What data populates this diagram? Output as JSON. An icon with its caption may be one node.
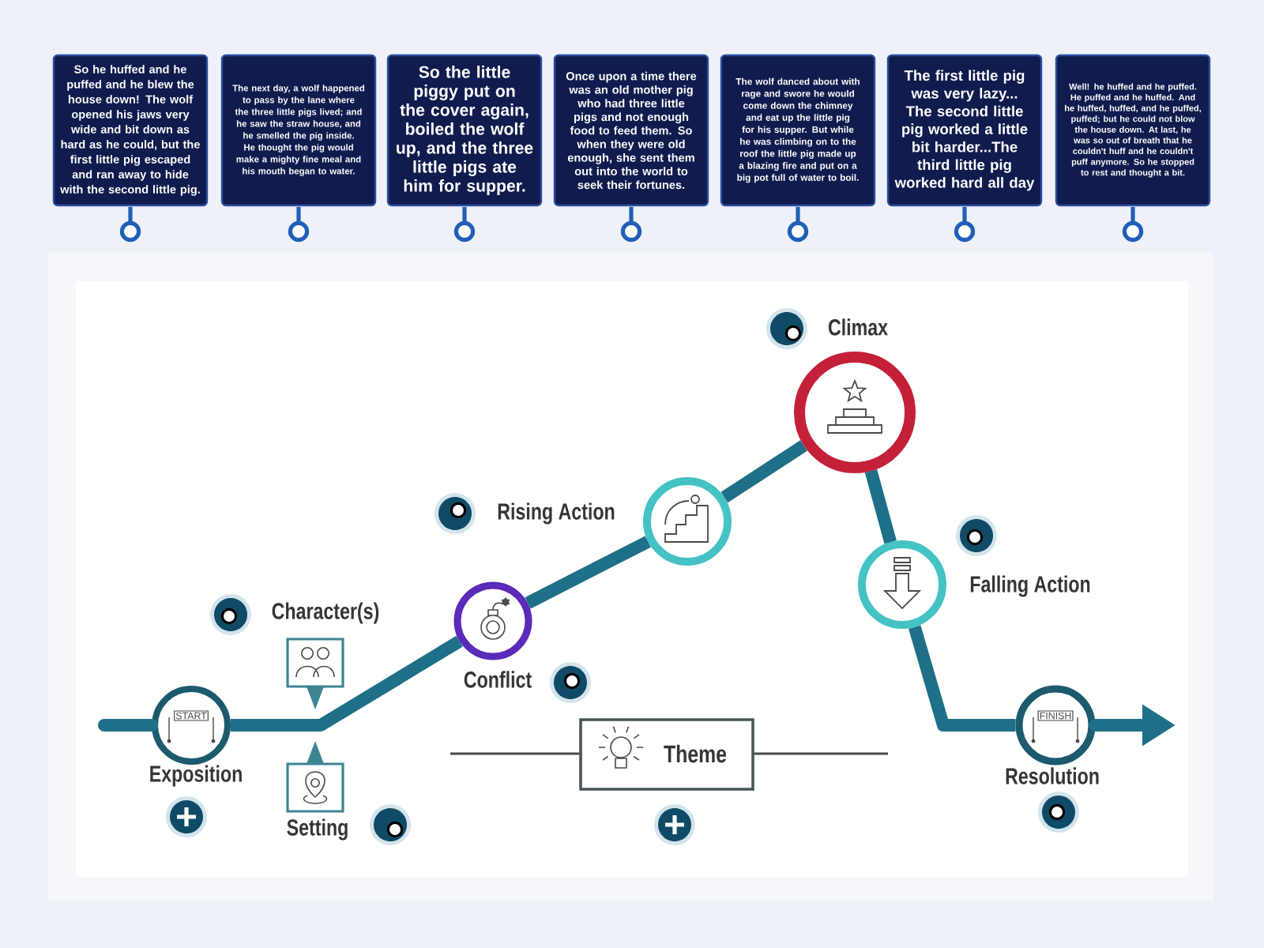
{
  "diagram": {
    "nodes": [
      {
        "text": [
          "So he huffed and he puffed and he blew the house down! The wolf opened his jaws very wide and bit down as hard as he could, but the first little pig escaped and ran away to hide with the second little pig."
        ]
      },
      {
        "text": [
          "The next day, a wolf happened to pass by the lane where the three little pigs lived; and he saw the straw house, and he smelled the pig inside. He thought the pig would make a mighty fine meal and his mouth began to water."
        ]
      },
      {
        "text": [
          "So the little piggy put on the cover again, boiled the wolf up, and the three little pigs ate him for supper."
        ]
      },
      {
        "text": [
          "Once upon a time there was an old mother pig who had three little pigs and not enough food to feed them. So when they were old enough, she sent them out into the world to seek their fortunes."
        ]
      },
      {
        "text": [
          "The wolf danced about with rage and swore he would come down the chimney and eat up the little pig for his supper. But while he was climbing on to the roof the little pig made up a blazing fire and put on a big pot full of water to boil."
        ]
      },
      {
        "text": [
          "The first little pig was very lazy... The second little pig worked a little bit harder...The third little pig worked hard all day"
        ]
      },
      {
        "text": [
          "Well! he huffed and he puffed. He puffed and he huffed. And he huffed, huffed, and he puffed, puffed; but he could not blow the house down. At last, he was so out of breath that he couldn't huff and he couldn't puff anymore. So he stopped to rest and thought a bit."
        ]
      },
      {
        "text": [
          "START",
          "Exposition"
        ]
      },
      {
        "text": [
          "Character(s)"
        ]
      },
      {
        "text": [
          "Setting"
        ]
      },
      {
        "text": [
          "Conflict"
        ]
      },
      {
        "text": [
          "Rising Action"
        ]
      },
      {
        "text": [
          "Climax"
        ]
      },
      {
        "text": [
          "Falling Action"
        ]
      },
      {
        "text": [
          "Theme"
        ]
      },
      {
        "text": [
          "FINISH",
          "Resolution"
        ]
      }
    ],
    "edges": [
      {
        "from": null,
        "to": 7,
        "arrow": "none"
      },
      {
        "from": 7,
        "to": 10,
        "arrow": "none"
      },
      {
        "from": 10,
        "to": 11,
        "arrow": "none"
      },
      {
        "from": 11,
        "to": 12,
        "arrow": "none"
      },
      {
        "from": 12,
        "to": 13,
        "arrow": "none"
      },
      {
        "from": 13,
        "to": 15,
        "arrow": "none"
      },
      {
        "from": 15,
        "to": null,
        "arrow": "to"
      }
    ]
  }
}
